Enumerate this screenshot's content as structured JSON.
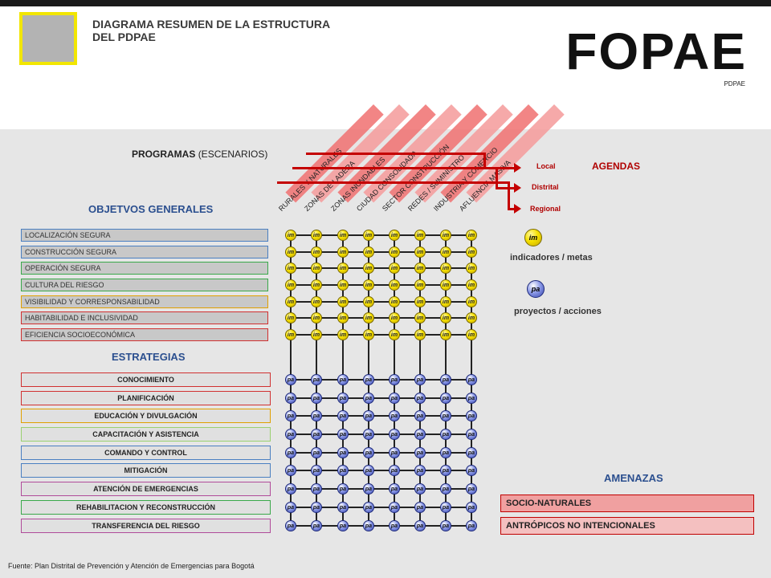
{
  "header": {
    "title_line1": "DIAGRAMA RESUMEN DE LA ESTRUCTURA",
    "title_line2": "DEL PDPAE",
    "brand": "FOPAE",
    "brand_sub": "PDPAE"
  },
  "programas": {
    "label_bold": "PROGRAMAS",
    "label_normal": "(ESCENARIOS)",
    "columns": [
      "RURALES Y NATURALES",
      "ZONAS DE LADERA",
      "ZONAS INUNDABLES",
      "CIUDAD CONSOLIDADA",
      "SECTOR CONSTRUCCIÓN",
      "REDES / SUMINISTRO",
      "INDUSTRIA Y COMERCIO",
      "AFLUENCIA MASIVA"
    ]
  },
  "agendas": {
    "title": "AGENDAS",
    "items": [
      "Local",
      "Distrital",
      "Regional"
    ]
  },
  "objetivos": {
    "title": "OBJETVOS GENERALES",
    "items": [
      {
        "label": "LOCALIZACIÓN SEGURA",
        "color": "#4a7fc1"
      },
      {
        "label": "CONSTRUCCIÓN SEGURA",
        "color": "#4a7fc1"
      },
      {
        "label": "OPERACIÓN SEGURA",
        "color": "#3aa84a"
      },
      {
        "label": "CULTURA DEL RIESGO",
        "color": "#3aa84a"
      },
      {
        "label": "VISIBILIDAD Y CORRESPONSABILIDAD",
        "color": "#e0a000"
      },
      {
        "label": "HABITABILIDAD E INCLUSIVIDAD",
        "color": "#d03030"
      },
      {
        "label": "EFICIENCIA SOCIOECONÓMICA",
        "color": "#d03030"
      }
    ]
  },
  "estrategias": {
    "title": "ESTRATEGIAS",
    "items": [
      {
        "label": "CONOCIMIENTO",
        "color": "#d03030"
      },
      {
        "label": "PLANIFICACIÓN",
        "color": "#d03030"
      },
      {
        "label": "EDUCACIÓN Y DIVULGACIÓN",
        "color": "#e0a000"
      },
      {
        "label": "CAPACITACIÓN Y ASISTENCIA",
        "color": "#9ad070"
      },
      {
        "label": "COMANDO Y CONTROL",
        "color": "#4a7fc1"
      },
      {
        "label": "MITIGACIÓN",
        "color": "#4a7fc1"
      },
      {
        "label": "ATENCIÓN DE EMERGENCIAS",
        "color": "#b04a9a"
      },
      {
        "label": "REHABILITACION Y RECONSTRUCCIÓN",
        "color": "#3aa84a"
      },
      {
        "label": "TRANSFERENCIA DEL RIESGO",
        "color": "#b04a9a"
      }
    ]
  },
  "legend": {
    "indicator_symbol_top": "i",
    "indicator_symbol_bottom": "m",
    "indicator_label": "indicadores / metas",
    "project_symbol_top": "p",
    "project_symbol_bottom": "a",
    "project_label": "proyectos / acciones"
  },
  "amenazas": {
    "title": "AMENAZAS",
    "items": [
      {
        "label": "SOCIO-NATURALES",
        "color": "#f0a0a0"
      },
      {
        "label": "ANTRÓPICOS NO INTENCIONALES",
        "color": "#f4c0c0"
      }
    ]
  },
  "cell_symbols": {
    "indicator": "im",
    "project": "pa"
  },
  "source": "Fuente: Plan Distrital de Prevención y Atención de Emergencias para Bogotá"
}
